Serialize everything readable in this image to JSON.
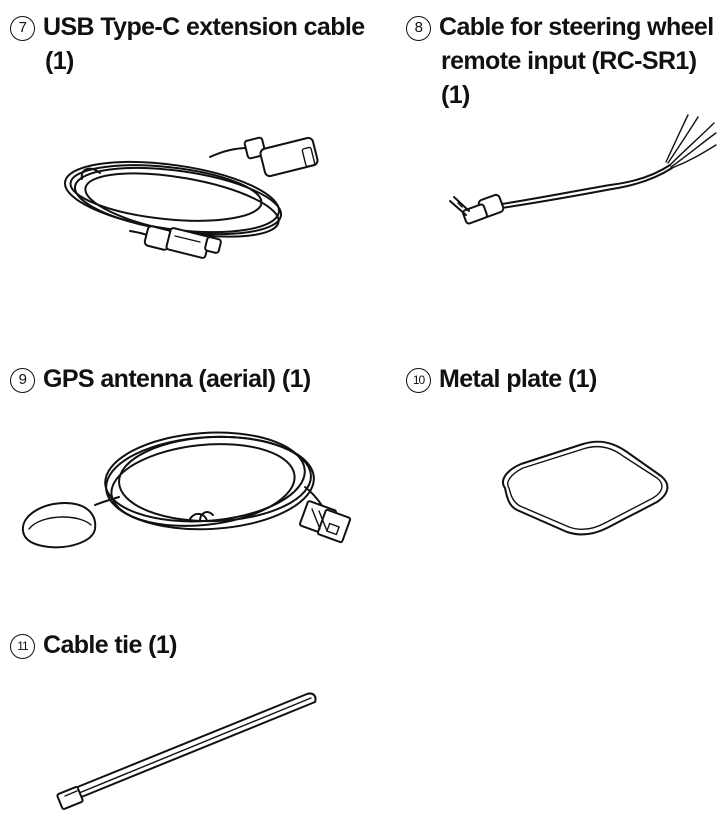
{
  "items": [
    {
      "number": "7",
      "title_line1": "USB Type-C extension cable",
      "title_line2": "(1)",
      "icon": "usb-type-c-extension-cable"
    },
    {
      "number": "8",
      "title_line1": "Cable for steering wheel",
      "title_line2": "remote input (RC-SR1) (1)",
      "icon": "steering-wheel-remote-cable"
    },
    {
      "number": "9",
      "title_line1": "GPS antenna (aerial) (1)",
      "icon": "gps-antenna"
    },
    {
      "number": "10",
      "title_line1": "Metal plate (1)",
      "icon": "metal-plate"
    },
    {
      "number": "11",
      "title_line1": "Cable tie (1)",
      "icon": "cable-tie"
    }
  ]
}
